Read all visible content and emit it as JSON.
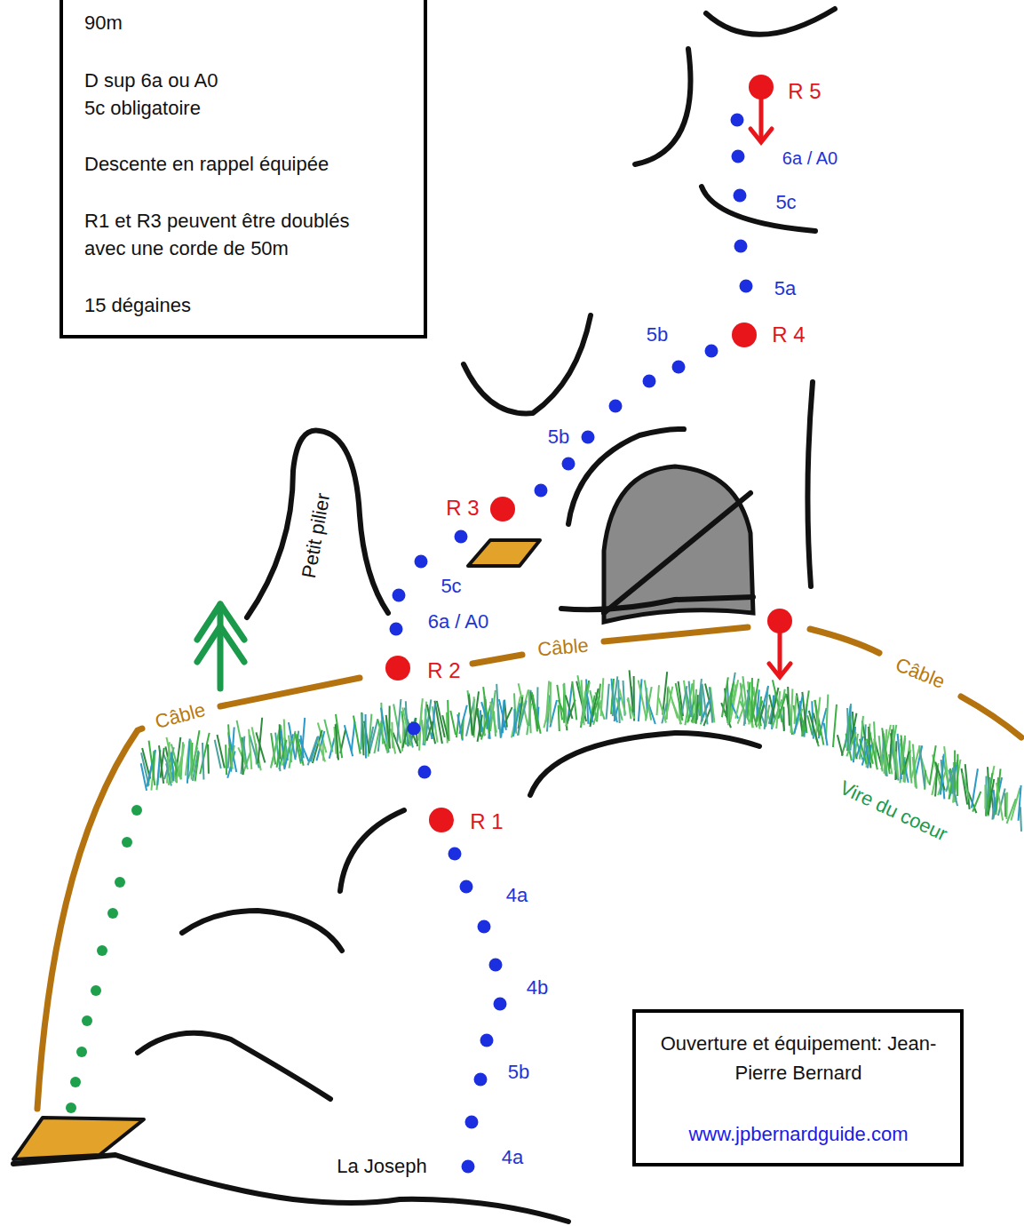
{
  "diagram": {
    "nodes": [
      {
        "text": [
          "90m",
          "D sup 6a ou A0 5c obligatoire",
          "Descente en rappel équipée",
          "R1 et R3 peuvent être doublés avec une corde de 50m",
          "15 dégaines"
        ]
      },
      {
        "text": [
          "Ouverture et équipement: Jean-Pierre Bernard",
          "www.jpbernardguide.com"
        ]
      }
    ],
    "labels": [
      "R 5",
      "6a / A0",
      "5c",
      "5a",
      "R 4",
      "5b",
      "5b",
      "R 3",
      "Petit pilier",
      "5c",
      "6a / A0",
      "R 2",
      "Câble",
      "Câble",
      "Câble",
      "R 1",
      "Vire du coeur",
      "4a",
      "4b",
      "5b",
      "La Joseph",
      "4a"
    ]
  }
}
